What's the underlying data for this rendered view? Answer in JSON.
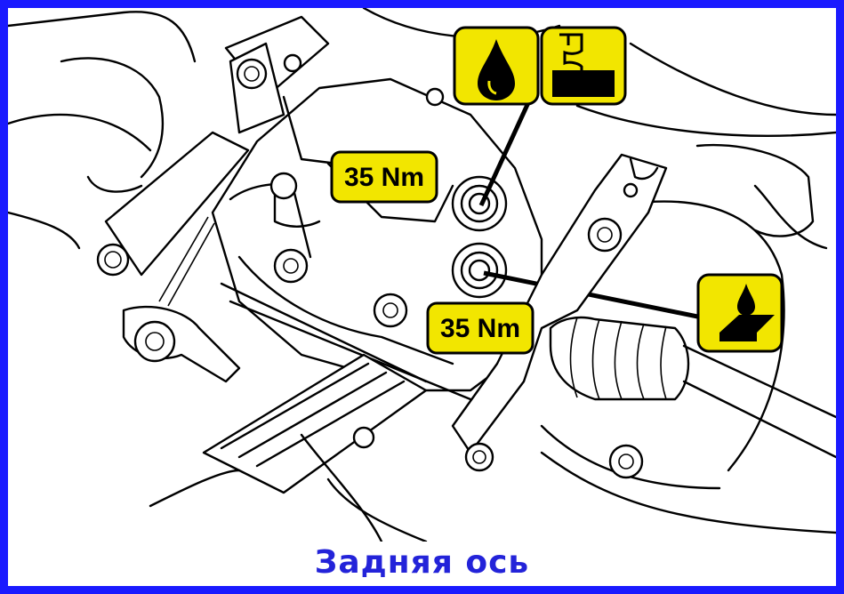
{
  "caption": "Задняя  ось",
  "torque_labels": [
    {
      "text": "35 Nm"
    },
    {
      "text": "35 Nm"
    }
  ],
  "icons": [
    "oil-drop-icon",
    "wrench-icon",
    "sealant-tray-icon"
  ],
  "colors": {
    "frame": "#1a1aff",
    "caption": "#2323d9",
    "badge": "#f2e600"
  }
}
